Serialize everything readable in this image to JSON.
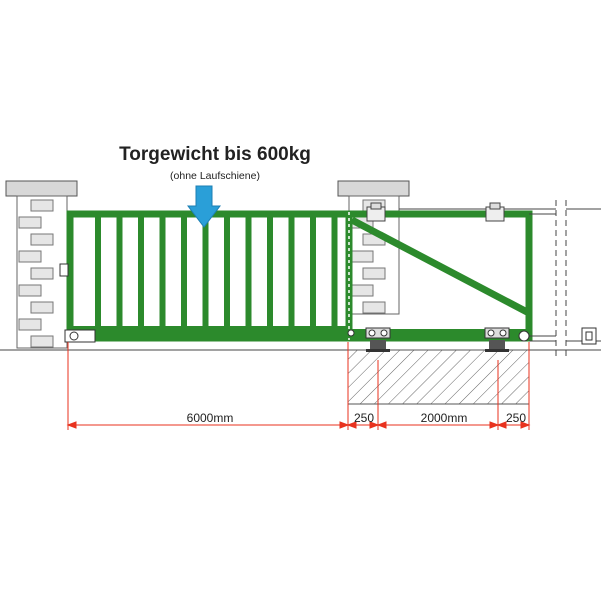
{
  "heading": {
    "title": "Torgewicht bis 600kg",
    "subtitle": "(ohne Laufschiene)"
  },
  "dimensions": {
    "gate_length": "6000mm",
    "gap_left": "250",
    "counterweight_length": "2000mm",
    "gap_right": "250"
  },
  "colors": {
    "gate": "#2c8a2c",
    "gate_dark": "#1a5e1a",
    "arrow": "#2a9fd8",
    "dimension": "#e8321e",
    "brick_fill": "#e6e6e6",
    "brick_stroke": "#666666",
    "cap_fill": "#d8d8d8",
    "line": "#333333"
  },
  "icons": {
    "load_arrow": "down-arrow-icon"
  }
}
